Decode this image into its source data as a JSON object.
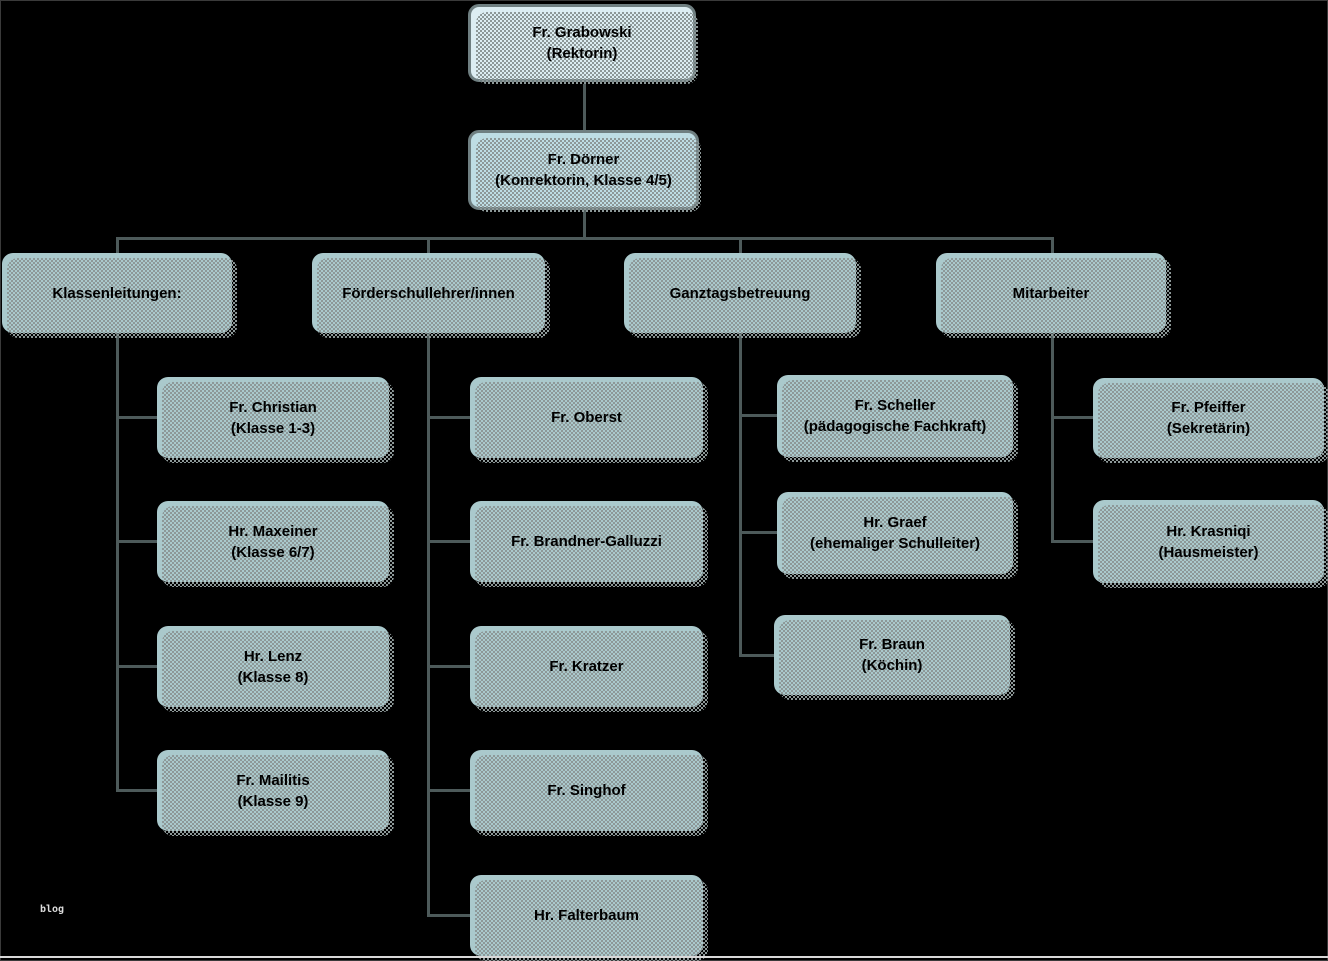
{
  "colors": {
    "canvas_bg": "#000000",
    "root_fill": "#dcedf2",
    "deputy_fill": "#bedde4",
    "node_fill": "#aac9cc",
    "top_border": "#6f7f81",
    "line": "#4d5a5a",
    "shadow": "#8d9898",
    "bottom_bar": "#d8d8d8"
  },
  "page": {
    "watermark": "blog"
  },
  "org_chart": {
    "type": "org-tree",
    "root": {
      "name": "Fr. Grabowski",
      "role": "(Rektorin)"
    },
    "deputy": {
      "name": "Fr. Dörner",
      "role": "(Konrektorin, Klasse 4/5)"
    },
    "groups": [
      {
        "label": "Klassenleitungen:",
        "members": [
          {
            "name": "Fr. Christian",
            "role": "(Klasse 1-3)"
          },
          {
            "name": "Hr. Maxeiner",
            "role": "(Klasse 6/7)"
          },
          {
            "name": "Hr. Lenz",
            "role": "(Klasse 8)"
          },
          {
            "name": "Fr. Mailitis",
            "role": "(Klasse 9)"
          }
        ]
      },
      {
        "label": "Förderschullehrer/innen",
        "members": [
          {
            "name": "Fr. Oberst"
          },
          {
            "name": "Fr. Brandner-Galluzzi"
          },
          {
            "name": "Fr. Kratzer"
          },
          {
            "name": "Fr. Singhof"
          },
          {
            "name": "Hr. Falterbaum"
          }
        ]
      },
      {
        "label": "Ganztagsbetreuung",
        "members": [
          {
            "name": "Fr. Scheller",
            "role": "(pädagogische Fachkraft)"
          },
          {
            "name": "Hr. Graef",
            "role": "(ehemaliger Schulleiter)"
          },
          {
            "name": "Fr. Braun",
            "role": "(Köchin)"
          }
        ]
      },
      {
        "label": "Mitarbeiter",
        "members": [
          {
            "name": "Fr. Pfeiffer",
            "role": "(Sekretärin)"
          },
          {
            "name": "Hr. Krasniqi",
            "role": "(Hausmeister)"
          }
        ]
      }
    ]
  }
}
